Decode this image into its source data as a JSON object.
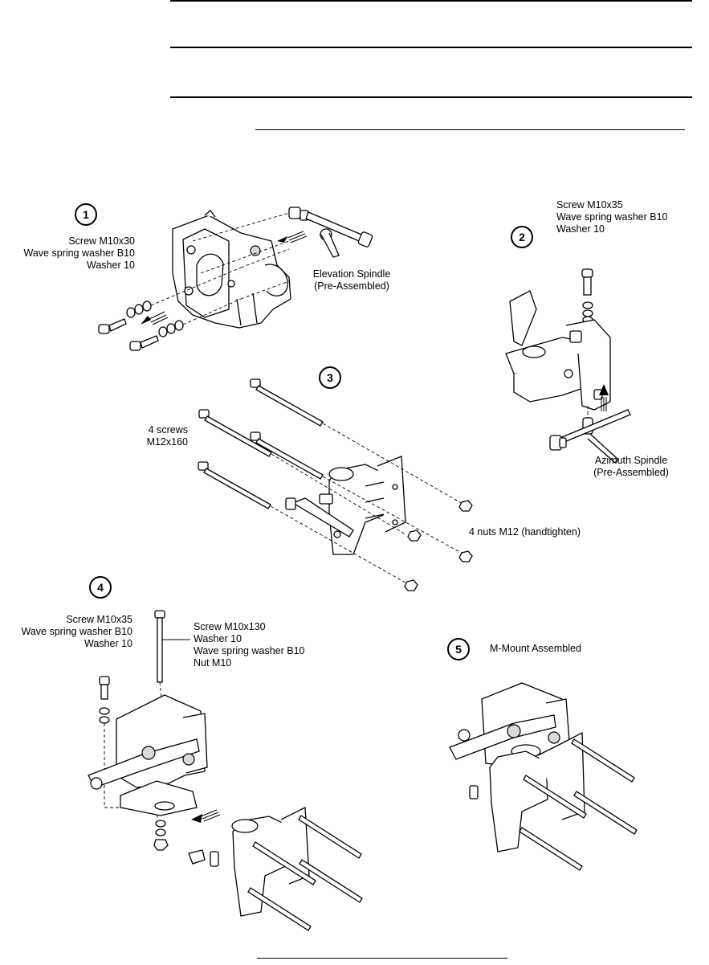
{
  "steps": [
    {
      "number": "1",
      "labels": [
        "Screw M10x30",
        "Wave spring washer B10",
        "Washer 10"
      ],
      "part": "Elevation Spindle",
      "part_note": "(Pre-Assembled)"
    },
    {
      "number": "2",
      "labels": [
        "Screw M10x35",
        "Wave spring washer B10",
        "Washer 10"
      ],
      "part": "Azimuth Spindle",
      "part_note": "(Pre-Assembled)"
    },
    {
      "number": "3",
      "labels": [
        "4 screws",
        "M12x160"
      ],
      "nuts": "4 nuts M12 (handtighten)"
    },
    {
      "number": "4",
      "labels_left": [
        "Screw M10x35",
        "Wave spring washer B10",
        "Washer 10"
      ],
      "labels_right": [
        "Screw M10x130",
        "Washer 10",
        "Wave spring washer B10",
        "Nut M10"
      ]
    },
    {
      "number": "5",
      "title": "M-Mount Assembled"
    }
  ]
}
